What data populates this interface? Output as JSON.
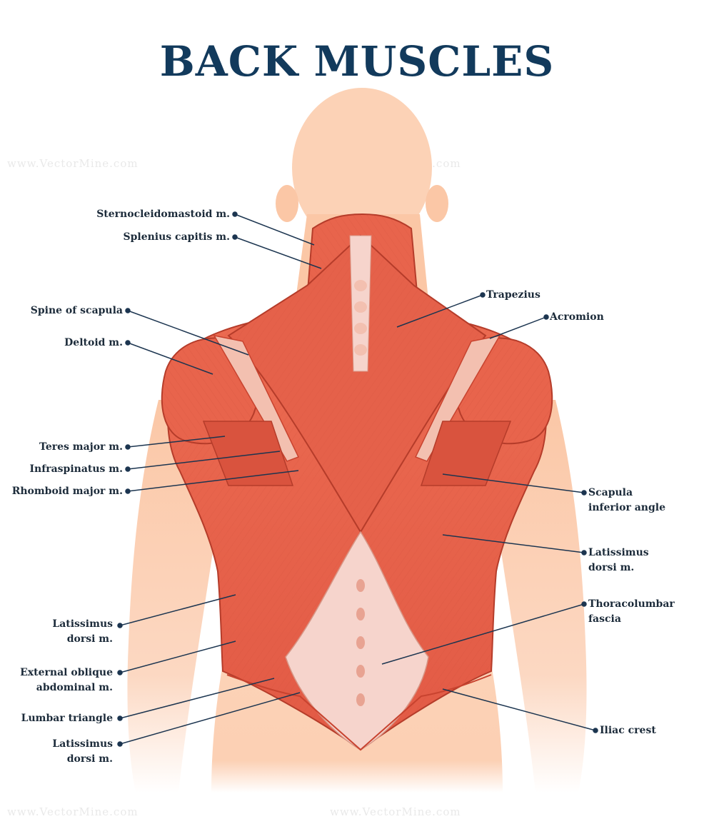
{
  "title": "BACK MUSCLES",
  "watermark": "www.VectorMine.com",
  "colors": {
    "title": "#123a5c",
    "leader_line": "#1c3550",
    "skin": "#fbc7a6",
    "muscle": "#e8644c",
    "muscle_dark": "#c8432f",
    "fascia": "#f6d4cc"
  },
  "labels_left": [
    {
      "lines": [
        "Sternocleidomastoid m."
      ]
    },
    {
      "lines": [
        "Splenius capitis m."
      ]
    },
    {
      "lines": [
        "Spine of scapula"
      ]
    },
    {
      "lines": [
        "Deltoid m."
      ]
    },
    {
      "lines": [
        "Teres major m."
      ]
    },
    {
      "lines": [
        "Infraspinatus m."
      ]
    },
    {
      "lines": [
        "Rhomboid major m."
      ]
    },
    {
      "lines": [
        "Latissimus",
        "dorsi m."
      ]
    },
    {
      "lines": [
        "External oblique",
        "abdominal m."
      ]
    },
    {
      "lines": [
        "Lumbar triangle"
      ]
    },
    {
      "lines": [
        "Latissimus",
        "dorsi m."
      ]
    }
  ],
  "labels_right": [
    {
      "lines": [
        "Trapezius"
      ]
    },
    {
      "lines": [
        "Acromion"
      ]
    },
    {
      "lines": [
        "Scapula",
        "inferior angle"
      ]
    },
    {
      "lines": [
        "Latissimus",
        "dorsi m."
      ]
    },
    {
      "lines": [
        "Thoracolumbar",
        "fascia"
      ]
    },
    {
      "lines": [
        "Iliac crest"
      ]
    }
  ]
}
